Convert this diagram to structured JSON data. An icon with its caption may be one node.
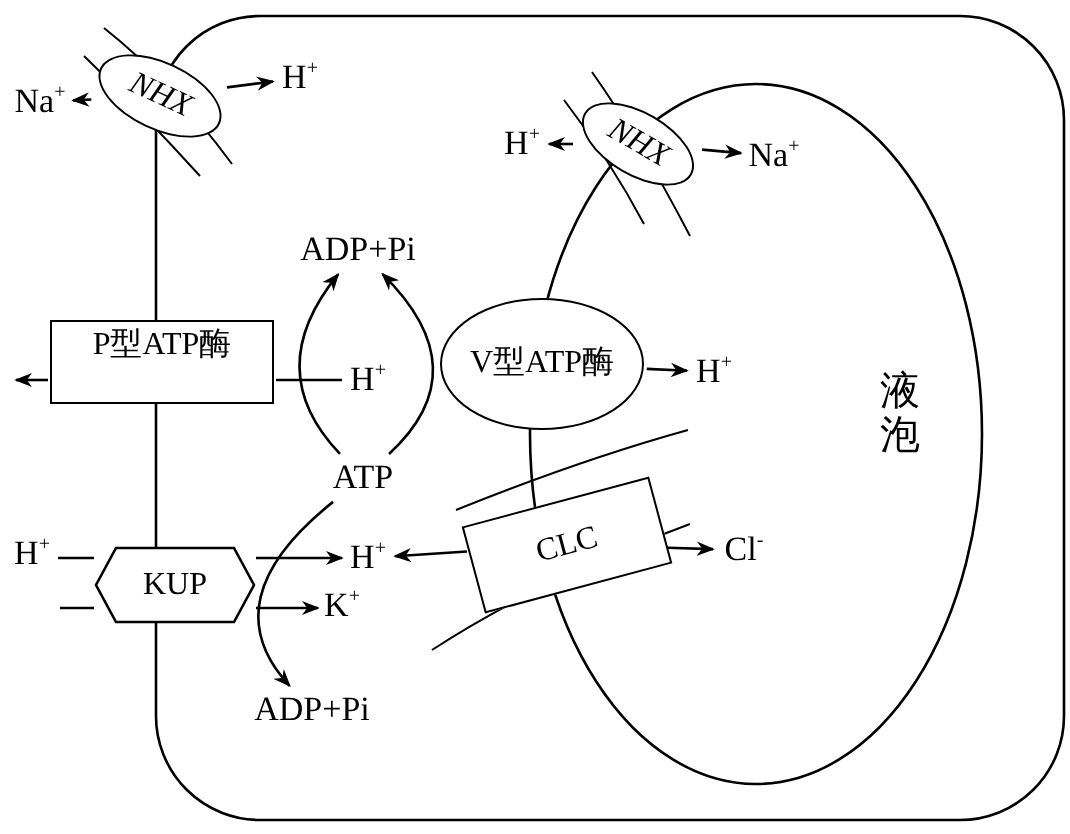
{
  "diagram": {
    "nodes": [
      {
        "text": [],
        "shape": "box"
      },
      {
        "text": [
          "液泡"
        ],
        "in": 0
      },
      {
        "text": [
          "Na$^{+}$"
        ]
      },
      {
        "text": [
          "NHX"
        ]
      },
      {
        "text": [
          "H$^{+}$"
        ],
        "in": 0
      },
      {
        "text": [
          "H$^{+}$"
        ],
        "in": 0
      },
      {
        "text": [
          "NHX"
        ],
        "in": 1
      },
      {
        "text": [
          "Na$^{+}$"
        ],
        "in": 1
      },
      {
        "text": [
          "ADP+Pi"
        ],
        "in": 0
      },
      {
        "text": [
          "P型ATP酶"
        ]
      },
      {
        "text": [
          "H$^{+}$"
        ],
        "in": 0
      },
      {
        "text": [
          "V型ATP酶"
        ],
        "in": 0
      },
      {
        "text": [
          "H$^{+}$"
        ],
        "in": 1
      },
      {
        "text": [
          "ATP"
        ],
        "in": 0
      },
      {
        "text": [
          "H$^{+}$"
        ]
      },
      {
        "text": [
          "KUP"
        ]
      },
      {
        "text": [
          "H$^{+}$"
        ],
        "in": 0
      },
      {
        "text": [
          "K$^{+}$"
        ],
        "in": 0
      },
      {
        "text": [
          "CLC"
        ],
        "in": 0
      },
      {
        "text": [
          "Cl$^{-}$"
        ],
        "in": 1
      },
      {
        "text": [
          "ADP+Pi"
        ],
        "in": 0
      }
    ],
    "edges": [
      {
        "from": 3,
        "to": 2,
        "arrow": "to"
      },
      {
        "from": 3,
        "to": 4,
        "arrow": "to"
      },
      {
        "from": 6,
        "to": 5,
        "arrow": "to"
      },
      {
        "from": 6,
        "to": 7,
        "arrow": "to"
      },
      {
        "from": 13,
        "to": 8,
        "arrow": "to"
      },
      {
        "from": 13,
        "to": 8,
        "arrow": "to"
      },
      {
        "from": 10,
        "to": 9,
        "arrow": "none"
      },
      {
        "from": 9,
        "to": null,
        "arrow": "to"
      },
      {
        "from": 11,
        "to": 12,
        "arrow": "to"
      },
      {
        "from": 14,
        "to": 15,
        "arrow": "none"
      },
      {
        "from": 15,
        "to": 16,
        "arrow": "to"
      },
      {
        "from": null,
        "to": 15,
        "arrow": "none"
      },
      {
        "from": 15,
        "to": 17,
        "arrow": "to"
      },
      {
        "from": 13,
        "to": 20,
        "arrow": "to"
      },
      {
        "from": 18,
        "to": 16,
        "arrow": "to"
      },
      {
        "from": 18,
        "to": 19,
        "arrow": "to"
      }
    ]
  }
}
